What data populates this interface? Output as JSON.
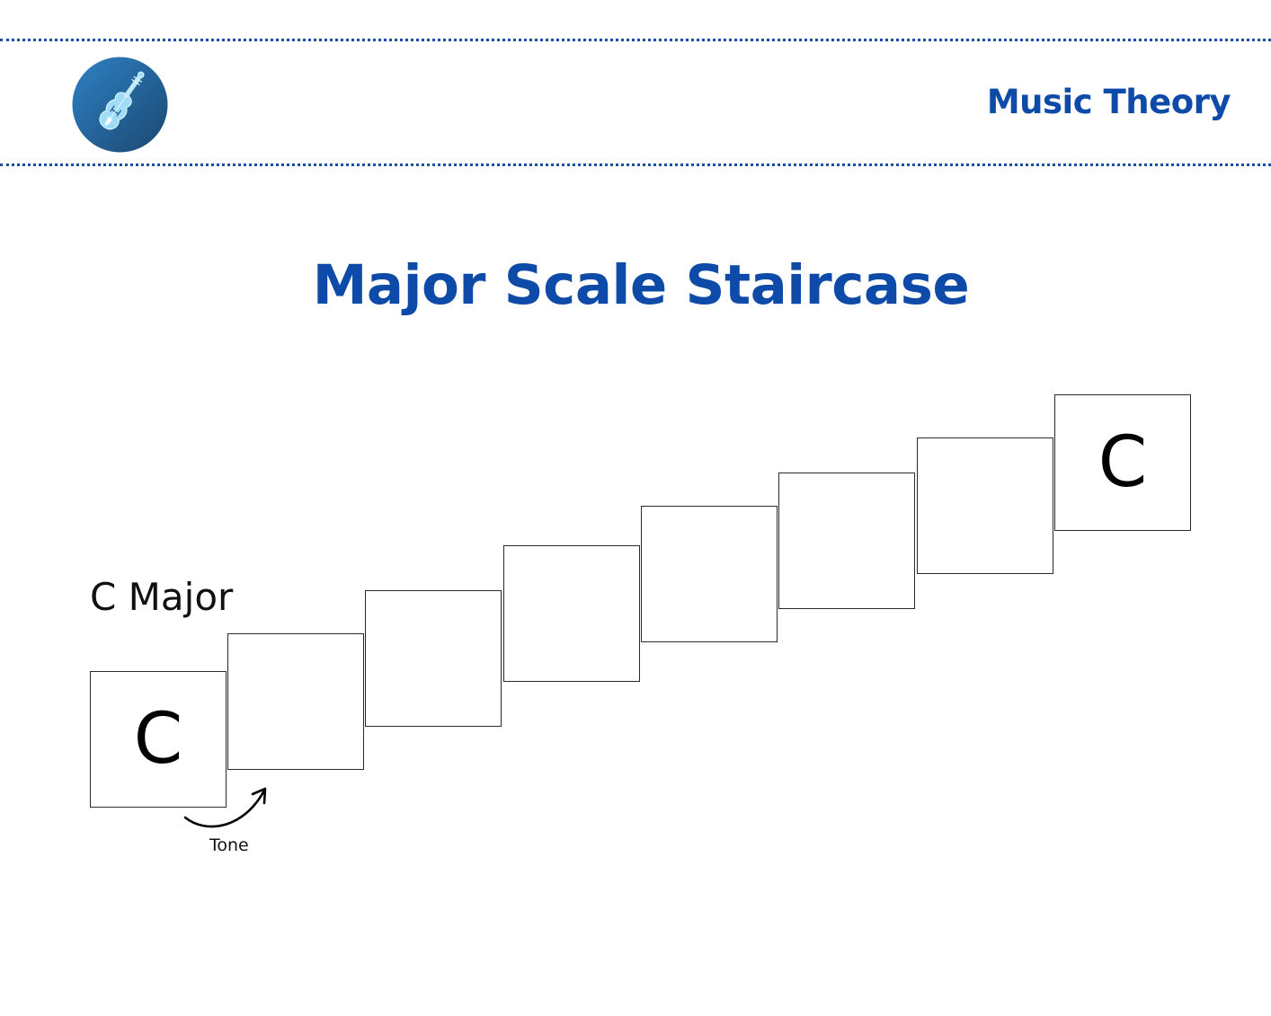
{
  "header": {
    "logo_icon": "violin-icon",
    "title": "Music Theory"
  },
  "page": {
    "title": "Major Scale Staircase"
  },
  "staircase": {
    "scale_label": "C Major",
    "steps": [
      "C",
      "",
      "",
      "",
      "",
      "",
      "",
      "C"
    ],
    "interval_label": "Tone"
  },
  "colors": {
    "brand_blue": "#0e4aa8",
    "logo_dark": "#1f4f7e",
    "logo_light": "#2b7cc0",
    "violin": "#8fd3f5"
  }
}
